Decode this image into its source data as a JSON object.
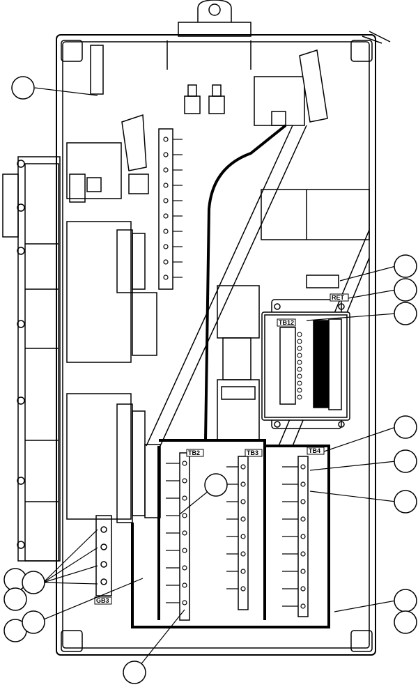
{
  "labels": {
    "tb12": "TB12",
    "ret": "RET",
    "tb4": "TB4",
    "tb2": "TB2",
    "tb3": "TB3",
    "gb3": "GB3"
  },
  "callouts": [
    {
      "id": "callout-left-top",
      "text": ""
    },
    {
      "id": "callout-right-1",
      "text": ""
    },
    {
      "id": "callout-right-2",
      "text": ""
    },
    {
      "id": "callout-right-3",
      "text": ""
    },
    {
      "id": "callout-right-4",
      "text": ""
    },
    {
      "id": "callout-right-5",
      "text": ""
    },
    {
      "id": "callout-right-6",
      "text": ""
    },
    {
      "id": "callout-right-7",
      "text": ""
    },
    {
      "id": "callout-right-8",
      "text": ""
    },
    {
      "id": "callout-center",
      "text": ""
    },
    {
      "id": "callout-left-a",
      "text": ""
    },
    {
      "id": "callout-left-b",
      "text": ""
    },
    {
      "id": "callout-left-c",
      "text": ""
    },
    {
      "id": "callout-left-d",
      "text": ""
    },
    {
      "id": "callout-left-e",
      "text": ""
    },
    {
      "id": "callout-bottom",
      "text": ""
    }
  ],
  "colors": {
    "ink": "#000000",
    "paper": "#ffffff"
  }
}
